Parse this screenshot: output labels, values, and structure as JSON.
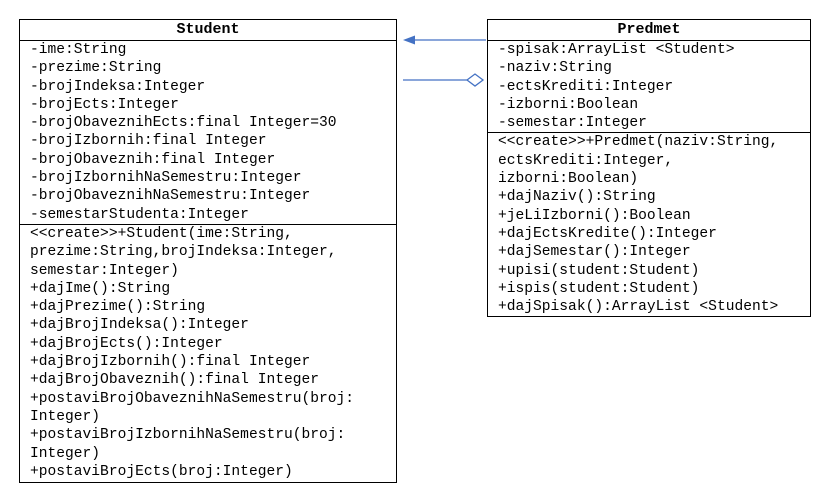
{
  "student": {
    "name": "Student",
    "attributes": [
      "-ime:String",
      "-prezime:String",
      "-brojIndeksa:Integer",
      "-brojEcts:Integer",
      "-brojObaveznihEcts:final Integer=30",
      "-brojIzbornih:final Integer",
      "-brojObaveznih:final Integer",
      "-brojIzbornihNaSemestru:Integer",
      "-brojObaveznihNaSemestru:Integer",
      "-semestarStudenta:Integer"
    ],
    "operations": [
      "<<create>>+Student(ime:String,",
      "prezime:String,brojIndeksa:Integer,",
      "semestar:Integer)",
      "+dajIme():String",
      "+dajPrezime():String",
      "+dajBrojIndeksa():Integer",
      "+dajBrojEcts():Integer",
      "+dajBrojIzbornih():final Integer",
      "+dajBrojObaveznih():final Integer",
      "+postaviBrojObaveznihNaSemestru(broj:",
      "Integer)",
      "+postaviBrojIzbornihNaSemestru(broj:",
      "Integer)",
      "+postaviBrojEcts(broj:Integer)"
    ]
  },
  "predmet": {
    "name": "Predmet",
    "attributes": [
      "-spisak:ArrayList <Student>",
      "-naziv:String",
      "-ectsKrediti:Integer",
      "-izborni:Boolean",
      "-semestar:Integer"
    ],
    "operations": [
      "<<create>>+Predmet(naziv:String,",
      "ectsKrediti:Integer,",
      "izborni:Boolean)",
      "+dajNaziv():String",
      "+jeLiIzborni():Boolean",
      "+dajEctsKredite():Integer",
      "+dajSemestar():Integer",
      "+upisi(student:Student)",
      "+ispis(student:Student)",
      "+dajSpisak():ArrayList <Student>"
    ]
  },
  "colors": {
    "relationship": "#4472c4",
    "border": "#000000"
  }
}
